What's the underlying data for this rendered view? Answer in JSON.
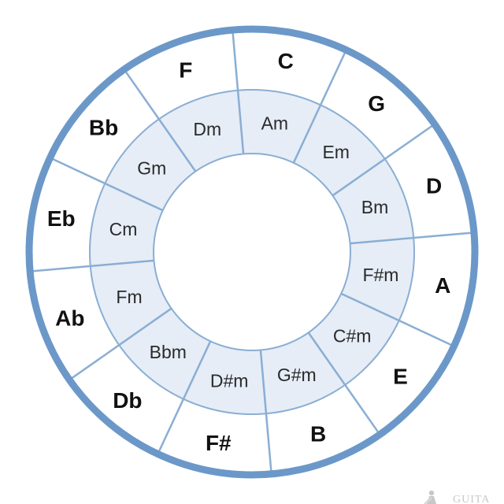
{
  "wheel": {
    "major_keys": [
      "C",
      "G",
      "D",
      "A",
      "E",
      "B",
      "F#",
      "Db",
      "Ab",
      "Eb",
      "Bb",
      "F"
    ],
    "minor_keys": [
      "Am",
      "Em",
      "Bm",
      "F#m",
      "C#m",
      "G#m",
      "D#m",
      "Bbm",
      "Fm",
      "Cm",
      "Gm",
      "Dm"
    ],
    "colors": {
      "ring_border": "#6b98c8",
      "divider": "#8aaed3",
      "outer_fill": "#ffffff",
      "inner_fill": "#e6edf7",
      "center_fill": "#ffffff"
    }
  },
  "watermark": {
    "text": "GUITA"
  }
}
